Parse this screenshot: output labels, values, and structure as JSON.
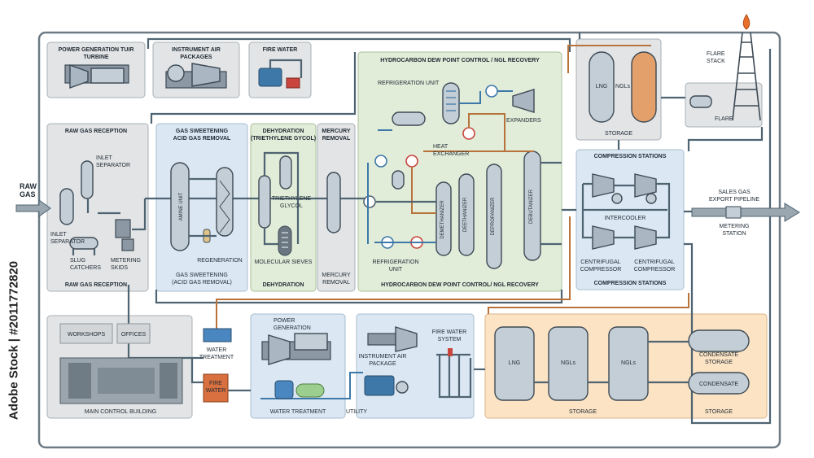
{
  "colors": {
    "gray_panel": "#e2e4e6",
    "blue_panel": "#dbe8f3",
    "green_panel": "#e1ecd9",
    "orange_panel": "#fbe3c4",
    "pipe": "#4f6472",
    "hot_pipe": "#b8733a",
    "fire_box": "#d9703f"
  },
  "diagram": {
    "raw_gas_label": "RAW\nGAS",
    "utilities": {
      "power_generation": "POWER GENERATION TUIR\nTURBINE",
      "instrument_air": "INSTRUMENT AIR\nPACKAGES",
      "fire_water": "FIRE WATER"
    },
    "raw_gas_reception": {
      "title": "RAW GAS RECEPTION",
      "inlet_separator_top": "INLET\nSEPARATOR",
      "inlet_separator_left": "INLET\nSEPARATOR",
      "slug_catchers": "SLUG\nCATCHERS",
      "metering_skids": "METERING\nSKIDS",
      "bottom_title": "RAW GAS RECEPTION"
    },
    "gas_sweetening": {
      "title": "GAS SWEETENING\nACID GAS REMOVAL",
      "amine_unit": "AMINE UNIT",
      "regeneration": "REGENERATION",
      "bottom_title": "GAS SWEETENING\n(ACID GAS REMOVAL)"
    },
    "dehydration": {
      "title": "DEHYDRATION\n(TRIETHYLENE GYCOL)",
      "glycol": "TRIETHYLENE\nGLYCOL",
      "sieves": "MOLECULAR SIEVES",
      "bottom_title": "DEHYDRATION"
    },
    "mercury": {
      "title": "MERCURY\nREMOVAL",
      "bottom_title": "MERCURY\nREMOVAL"
    },
    "ngl": {
      "title": "HYDROCARBON DEW POINT CONTROL / NGL RECOVERY",
      "refrigeration_unit": "REFRIGERATION UNIT",
      "expanders": "EXPANDERS",
      "heat_exchanger": "HEAT\nEXCHANGER",
      "refrigeration_unit_bottom": "REFRIGERATION\nUNIT",
      "demethanizer": "DEMETHANIZER",
      "deethanizer": "DEETHANIZER",
      "depropanizer": "DEPROPANIZER",
      "debutanizer": "DEBUTANIZER",
      "bottom_title": "HYDROCARBON DEW POINT CONTROL/ NGL RECOVERY"
    },
    "storage_top": {
      "lng": "LNG",
      "ngls": "NGLs",
      "title": "STORAGE"
    },
    "flare": {
      "stack": "FLARE\nSTACK",
      "flare": "FLARE"
    },
    "compression": {
      "title": "COMPRESSION STATIONS",
      "intercooler": "INTERCOOLER",
      "centrifugal_1": "CENTRIFUGAL\nCOMPRESSOR",
      "centrifugal_2": "CENTRIFUGAL\nCOMPRESSOR",
      "bottom_title": "COMPRESSION STATIONS"
    },
    "sales": {
      "pipeline": "SALES GAS\nEXPORT PIPELINE",
      "metering": "METERING\nSTATION"
    },
    "bottom": {
      "workshops": "WORKSHOPS",
      "offices": "OFFICES",
      "main_control": "MAIN CONTROL BUILDING",
      "water_treatment_box": "WATER\nTREATMENT",
      "fire_water_box": "FIRE\nWATER",
      "power_generation": "POWER\nGENERATION",
      "water_treatment": "WATER TREATMENT",
      "utility": "UTILITY",
      "instrument_air": "INSTRUMENT AIR\nPACKAGE",
      "fire_water_system": "FIRE WATER\nSYSTEM"
    },
    "storage_bottom": {
      "lng": "LNG",
      "ngls_1": "NGLs",
      "ngls_2": "NGLs",
      "condensate_storage": "CONDENSATE\nSTORAGE",
      "condensate": "CONDENSATE",
      "title_left": "STORAGE",
      "title_right": "STORAGE"
    }
  },
  "watermark": "Adobe Stock | #2011772820"
}
